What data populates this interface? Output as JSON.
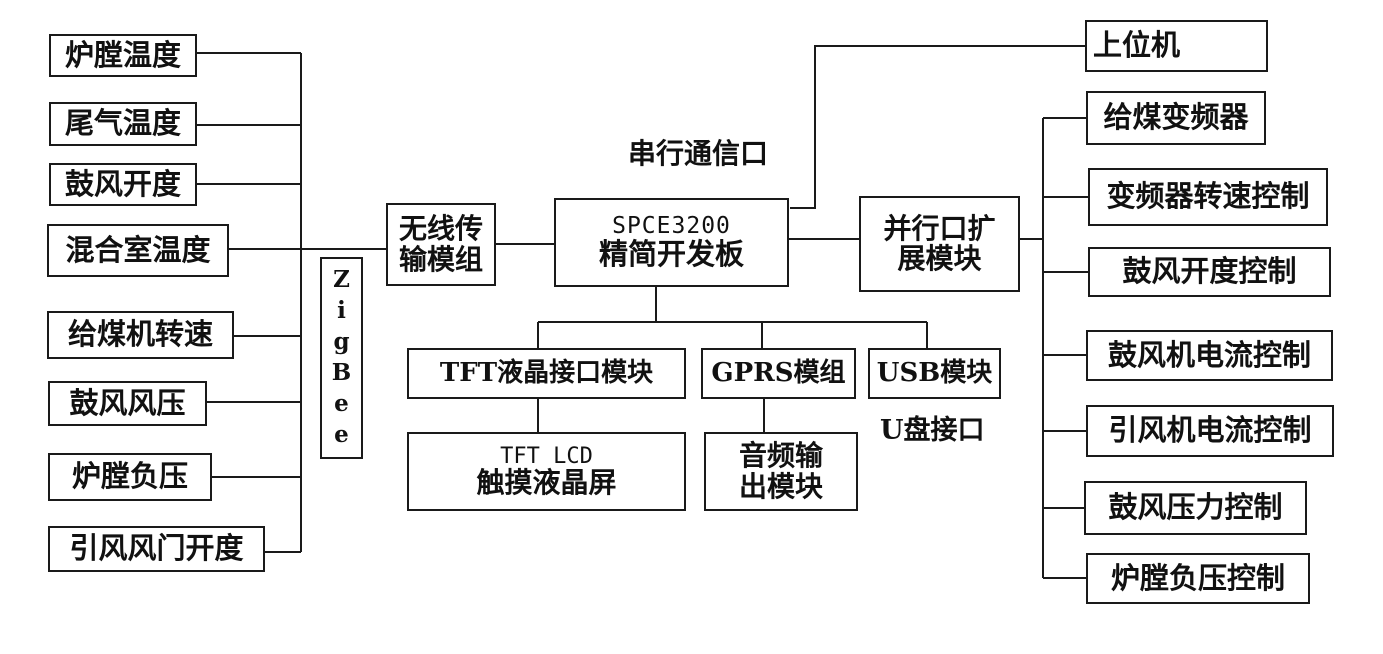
{
  "inputs": [
    "炉膛温度",
    "尾气温度",
    "鼓风开度",
    "混合室温度",
    "给煤机转速",
    "鼓风风压",
    "炉膛负压",
    "引风风门开度"
  ],
  "zigbee_letters": [
    "Z",
    "i",
    "g",
    "B",
    "e",
    "e"
  ],
  "wireless": [
    "无线传",
    "输模组"
  ],
  "board": [
    "SPCE3200",
    "精简开发板"
  ],
  "serial_label": "串行通信口",
  "parallel": [
    "并行口扩",
    "展模块"
  ],
  "host": "上位机",
  "outputs": [
    "给煤变频器",
    "变频器转速控制",
    "鼓风开度控制",
    "鼓风机电流控制",
    "引风机电流控制",
    "鼓风压力控制",
    "炉膛负压控制"
  ],
  "tft_interface": "TFT液晶接口模块",
  "tft_screen": [
    "TFT LCD",
    "触摸液晶屏"
  ],
  "gprs": "GPRS模组",
  "audio": [
    "音频输",
    "出模块"
  ],
  "usb": "USB模块",
  "udisk_label": "U盘接口",
  "colors": {
    "line": "#1a1a1a",
    "border": "#1a1a1a",
    "text": "#111111"
  }
}
